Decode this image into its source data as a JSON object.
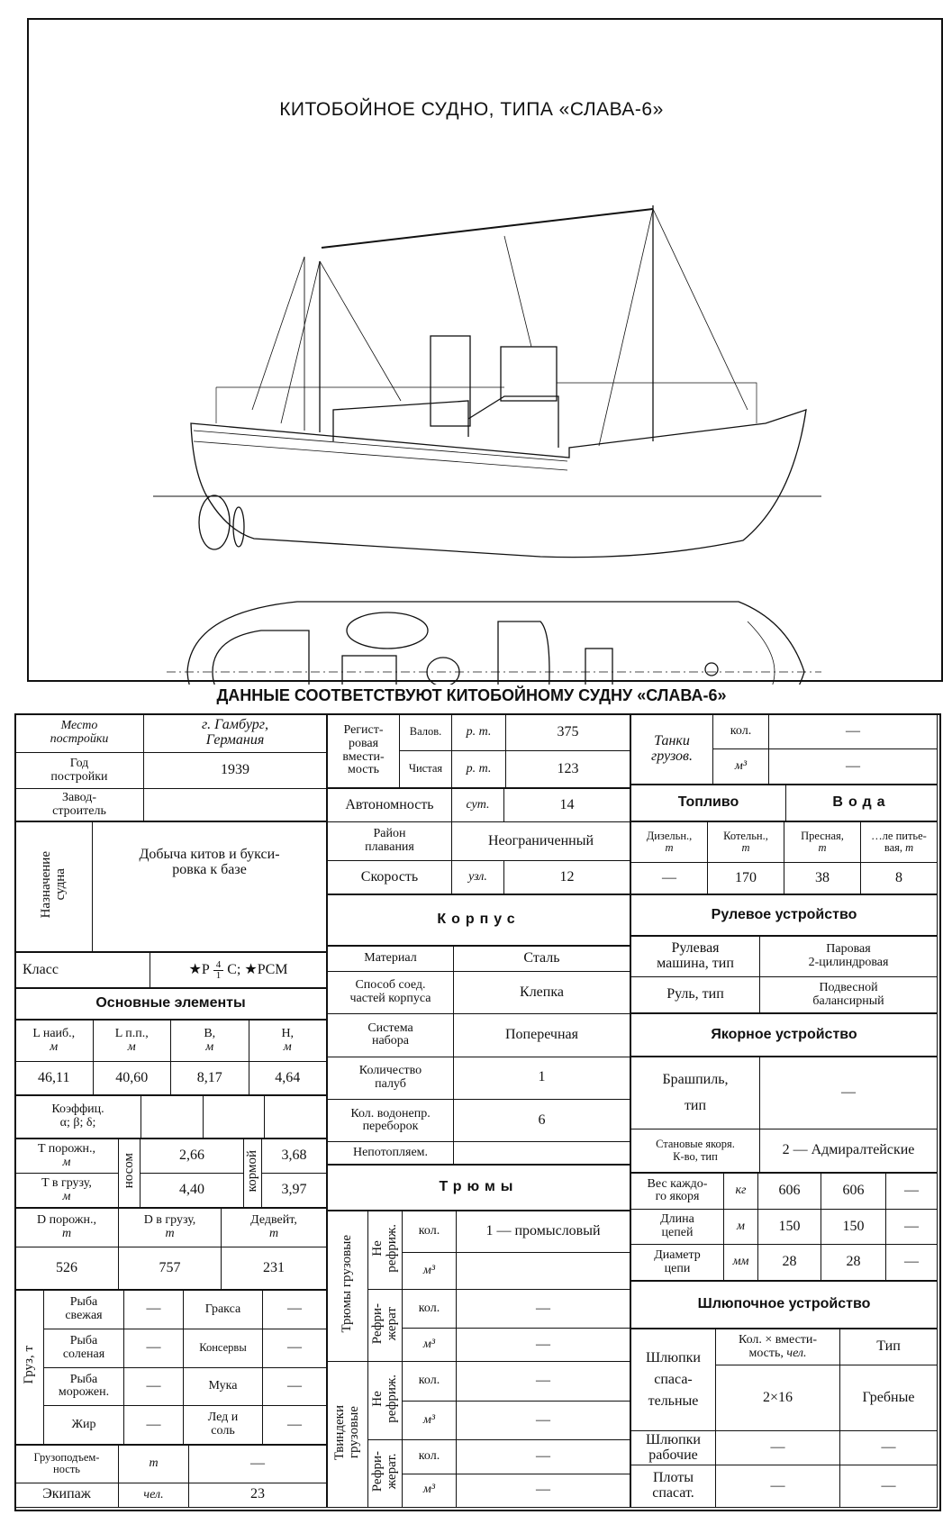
{
  "header": {
    "title": "КИТОБОЙНОЕ СУДНО, ТИПА «СЛАВА-6»",
    "subtitle": "ДАННЫЕ СООТВЕТСТВУЮТ КИТОБОЙНОМУ СУДНУ «СЛАВА-6»"
  },
  "general": {
    "place_label": "Место\nпостройки",
    "place_value": "г. Гамбург,\nГермания",
    "year_label": "Год\nпостройки",
    "year_value": "1939",
    "builder_label": "Завод-\nстроитель",
    "builder_value": "",
    "purpose_label": "Назначение\nсудна",
    "purpose_value": "Добыча китов и букси-\nровка к базе",
    "class_label": "Класс",
    "class_star": "★",
    "class_p": "P",
    "class_num": "4",
    "class_den": "1",
    "class_rest": "C; ★PCM"
  },
  "main": {
    "title": "Основные элементы",
    "dims": [
      {
        "label": "L наиб.,",
        "unit": "м",
        "value": "46,11"
      },
      {
        "label": "L п.п.,",
        "unit": "м",
        "value": "40,60"
      },
      {
        "label": "B,",
        "unit": "м",
        "value": "8,17"
      },
      {
        "label": "H,",
        "unit": "м",
        "value": "4,64"
      }
    ],
    "coef_label": "Коэффиц.\nα; β; δ;",
    "draft": {
      "empty_label": "T порожн.,",
      "load_label": "T в грузу,",
      "unit": "м",
      "bow": "носом",
      "stern": "кормой",
      "empty_bow": "2,66",
      "empty_stern": "3,68",
      "load_bow": "4,40",
      "load_stern": "3,97"
    },
    "disp": {
      "empty_label": "D порожн.,",
      "load_label": "D в грузу,",
      "dw_label": "Дедвейт,",
      "unit": "т",
      "empty": "526",
      "load": "757",
      "dw": "231"
    }
  },
  "cargo": {
    "label": "Груз, т",
    "rows": [
      {
        "name": "Рыба\nсвежая",
        "value": "—",
        "name2": "Гракса",
        "value2": "—"
      },
      {
        "name": "Рыба\nсоленая",
        "value": "—",
        "name2": "Консервы",
        "value2": "—"
      },
      {
        "name": "Рыба\nморожен.",
        "value": "—",
        "name2": "Мука",
        "value2": "—"
      },
      {
        "name": "Жир",
        "value": "—",
        "name2": "Лед и\nсоль",
        "value2": "—"
      }
    ]
  },
  "lifting": {
    "label": "Грузоподъем-\nность",
    "unit": "т",
    "value": "—"
  },
  "crew": {
    "label": "Экипаж",
    "unit": "чел.",
    "value": "23"
  },
  "tonnage": {
    "label": "Регист-\nровая\nвмести-\nмость",
    "gross_label": "Валов.",
    "gross_unit": "р. т.",
    "gross_value": "375",
    "net_label": "Чистая",
    "net_unit": "р. т.",
    "net_value": "123"
  },
  "autonomy": {
    "label": "Автономность",
    "unit": "сут.",
    "value": "14"
  },
  "area": {
    "label": "Район\nплавания",
    "value": "Неограниченный"
  },
  "speed": {
    "label": "Скорость",
    "unit": "узл.",
    "value": "12"
  },
  "hull": {
    "title": "Корпус",
    "rows": [
      {
        "label": "Материал",
        "value": "Сталь"
      },
      {
        "label": "Способ соед.\nчастей корпуса",
        "value": "Клепка"
      },
      {
        "label": "Система\nнабора",
        "value": "Поперечная"
      },
      {
        "label": "Количество\nпалуб",
        "value": "1"
      },
      {
        "label": "Кол. водонепр.\nпереборок",
        "value": "6"
      },
      {
        "label": "Непотопляем.",
        "value": ""
      }
    ]
  },
  "holds": {
    "title": "Трюмы",
    "groups": [
      {
        "label": "Трюмы грузовые",
        "subs": [
          {
            "label": "Не\nрефриж.",
            "rows": [
              {
                "unit": "кол.",
                "value": "1 — промысловый"
              },
              {
                "unit": "м³",
                "value": ""
              }
            ]
          },
          {
            "label": "Рефри-\nжерат",
            "rows": [
              {
                "unit": "кол.",
                "value": "—"
              },
              {
                "unit": "м³",
                "value": "—"
              }
            ]
          }
        ]
      },
      {
        "label": "Твиндеки\nгрузовые",
        "subs": [
          {
            "label": "Не\nрефриж.",
            "rows": [
              {
                "unit": "кол.",
                "value": "—"
              },
              {
                "unit": "м³",
                "value": "—"
              }
            ]
          },
          {
            "label": "Рефри-\nжерат.",
            "rows": [
              {
                "unit": "кол.",
                "value": "—"
              },
              {
                "unit": "м³",
                "value": "—"
              }
            ]
          }
        ]
      }
    ]
  },
  "tanks": {
    "label": "Танки\nгрузов.",
    "qty_unit": "кол.",
    "qty_value": "—",
    "vol_unit": "м³",
    "vol_value": "—"
  },
  "supplies": {
    "fuel_title": "Топливо",
    "water_title": "Вода",
    "cols": [
      {
        "label": "Дизельн.,",
        "unit": "т",
        "value": "—"
      },
      {
        "label": "Котельн.,",
        "unit": "т",
        "value": "170"
      },
      {
        "label": "Пресная,",
        "unit": "т",
        "value": "38"
      },
      {
        "label": "…ле питье-\nвая,",
        "unit": "т",
        "value": "8"
      }
    ]
  },
  "steering": {
    "title": "Рулевое устройство",
    "rows": [
      {
        "label": "Рулевая\nмашина, тип",
        "value": "Паровая\n2-цилиндровая"
      },
      {
        "label": "Руль, тип",
        "value": "Подвесной\nбалансирный"
      }
    ]
  },
  "anchor": {
    "title": "Якорное устройство",
    "windlass_label": "Брашпиль,\nтип",
    "windlass_value": "—",
    "anchors_label": "Становые якоря.\nК-во, тип",
    "anchors_value": "2 — Адмиралтейские",
    "rows": [
      {
        "label": "Вес каждо-\nго якоря",
        "unit": "кг",
        "v1": "606",
        "v2": "606",
        "v3": "—"
      },
      {
        "label": "Длина\nцепей",
        "unit": "м",
        "v1": "150",
        "v2": "150",
        "v3": "—"
      },
      {
        "label": "Диаметр\nцепи",
        "unit": "мм",
        "v1": "28",
        "v2": "28",
        "v3": "—"
      }
    ]
  },
  "boats": {
    "title": "Шлюпочное устройство",
    "qty_header": "Кол. × вмести-\nмость,",
    "qty_unit": "чел.",
    "type_header": "Тип",
    "rows": [
      {
        "label": "Шлюпки\nспаса-\nтельные",
        "qty": "2×16",
        "type": "Гребные"
      },
      {
        "label": "Шлюпки\nрабочие",
        "qty": "—",
        "type": "—"
      },
      {
        "label": "Плоты\nспасат.",
        "qty": "—",
        "type": "—"
      }
    ]
  }
}
